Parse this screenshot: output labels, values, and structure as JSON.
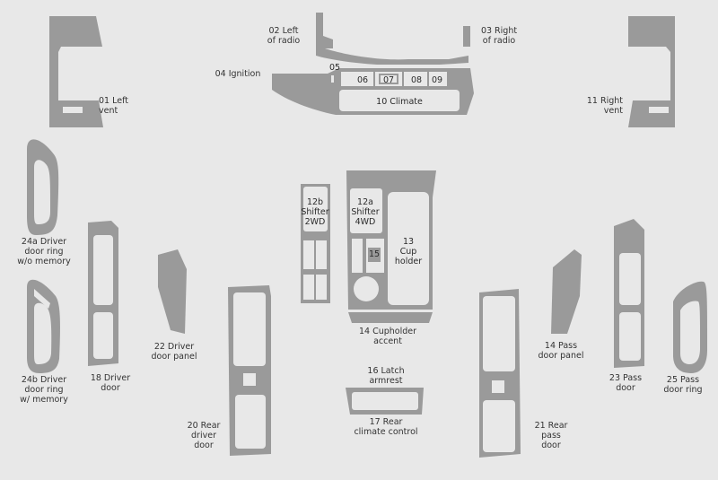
{
  "diagram": {
    "background": "#e8e8e8",
    "part_color": "#9a9a9a",
    "labels": {
      "p01": "01 Left\nvent",
      "p02": "02 Left\nof radio",
      "p03": "03 Right\nof radio",
      "p04": "04 Ignition",
      "p05": "05",
      "p06": "06",
      "p07": "07",
      "p08": "08",
      "p09": "09",
      "p10": "10 Climate",
      "p11": "11 Right\nvent",
      "p12a": "12a\nShifter\n4WD",
      "p12b": "12b\nShifter\n2WD",
      "p13": "13\nCup\nholder",
      "p14": "14 Cupholder\naccent",
      "p14pass": "14 Pass\ndoor panel",
      "p15": "15",
      "p16": "16 Latch\narmrest",
      "p17": "17 Rear\nclimate control",
      "p18": "18 Driver\ndoor",
      "p20": "20 Rear\ndriver\ndoor",
      "p21": "21 Rear\npass\ndoor",
      "p22": "22 Driver\ndoor panel",
      "p23": "23 Pass\ndoor",
      "p24a": "24a Driver\ndoor ring\nw/o memory",
      "p24b": "24b Driver\ndoor ring\nw/ memory",
      "p25": "25 Pass\ndoor ring"
    }
  }
}
